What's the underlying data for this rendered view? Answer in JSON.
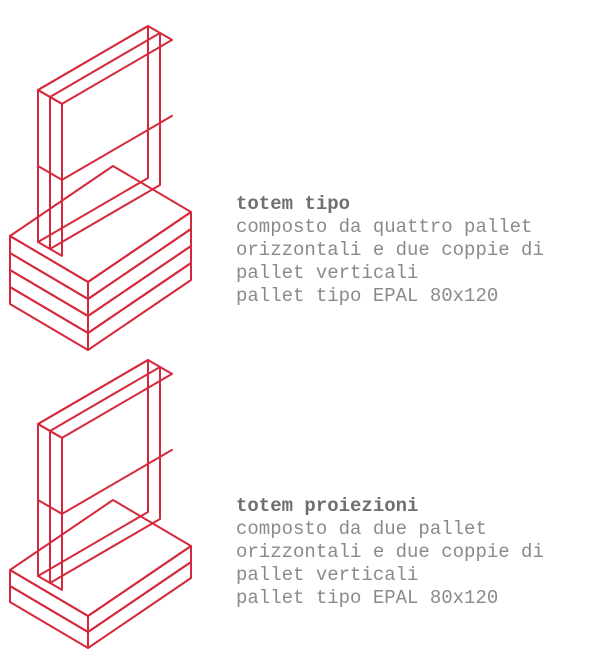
{
  "style": {
    "stroke_color": "#d6283c",
    "title_color": "#6f6f6f",
    "text_color": "#8a8a8a"
  },
  "totems": [
    {
      "title": "totem tipo",
      "lines": [
        "composto da quattro pallet",
        "orizzontali e due coppie di",
        "pallet verticali",
        "pallet tipo EPAL 80x120"
      ],
      "horizontal_pallets": 4,
      "vertical_pallet_pairs": 2
    },
    {
      "title": "totem proiezioni",
      "lines": [
        "composto da due pallet",
        "orizzontali e due coppie di",
        "pallet verticali",
        "pallet tipo EPAL 80x120"
      ],
      "horizontal_pallets": 2,
      "vertical_pallet_pairs": 2
    }
  ]
}
